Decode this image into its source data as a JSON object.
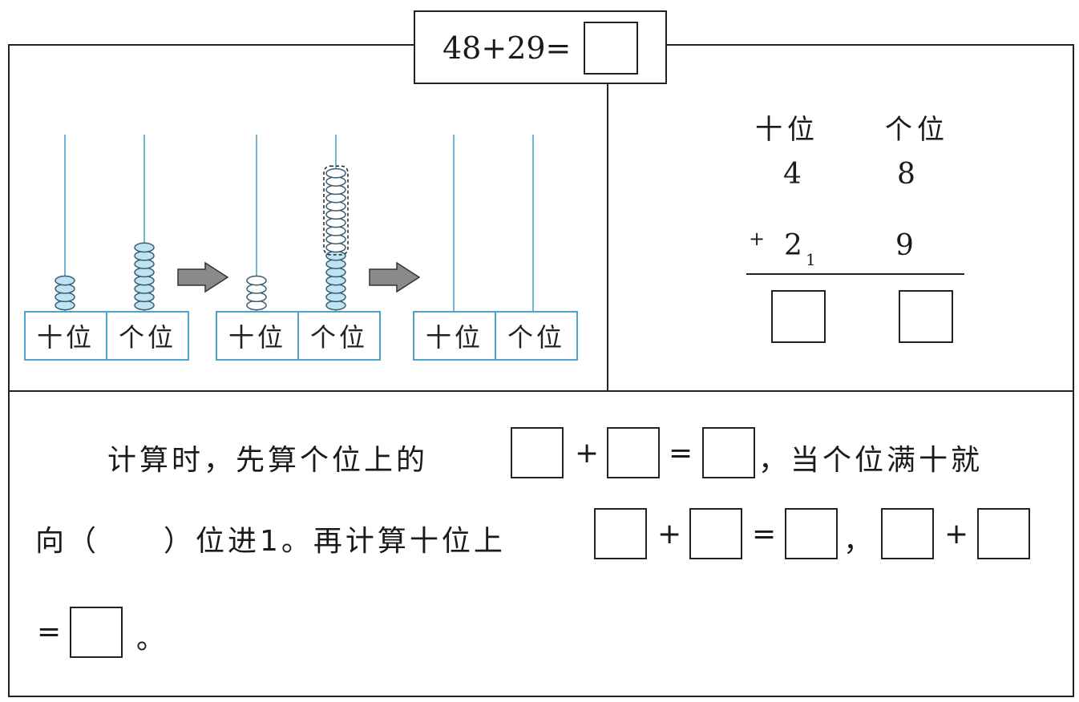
{
  "equation": {
    "text": "48+29="
  },
  "abacus": {
    "tens_label": "十位",
    "ones_label": "个位",
    "step1": {
      "tens_beads": 4,
      "ones_beads": 8
    },
    "step2": {
      "tens_beads": 4,
      "ones_beads": 17,
      "grouped_beads": 10
    },
    "step3": {
      "tens_beads": 0,
      "ones_beads": 0
    },
    "colors": {
      "rod": "#4aa3c8",
      "bead_filled": "#bfe3f2",
      "bead_outline": "#3a5d70"
    }
  },
  "vertical": {
    "tens_header": "十位",
    "ones_header": "个位",
    "row1": {
      "tens": "4",
      "ones": "8"
    },
    "row2": {
      "sign": "+",
      "tens": "2",
      "carry": "1",
      "ones": "9"
    }
  },
  "explanation": {
    "line1_start": "计算时，先算个位上的",
    "plus": "+",
    "equals": "=",
    "line1_end": "，当个位满十就",
    "line2_start": "向（　　）位进1。再计算十位上",
    "comma": "，",
    "period": "。"
  }
}
